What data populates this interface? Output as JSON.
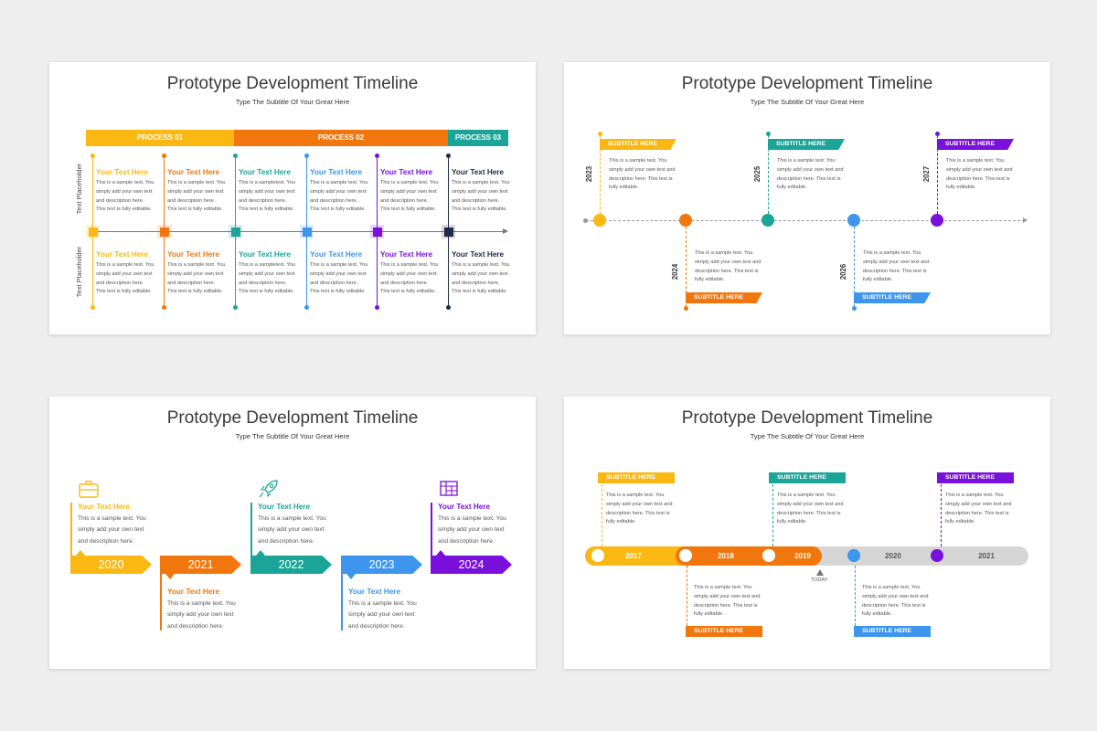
{
  "colors": {
    "yellow": "#fbb812",
    "orange": "#f2760e",
    "teal": "#1ba598",
    "blue": "#3d95ed",
    "purple": "#7a10dc",
    "navy": "#1f2a48",
    "gray": "#d6d6d6"
  },
  "slide_title": "Prototype Development Timeline",
  "slide_subtitle": "Type The Subtitle Of Your Great Here",
  "slide1": {
    "processes": [
      "PROCESS 01",
      "PROCESS 02",
      "PROCESS 03"
    ],
    "side_labels": [
      "Text Placeholder",
      "Text Placeholder"
    ],
    "column_heading": "Your Text Here",
    "column_text": "This is a sample text. You simply add your own text and description here. This text is fully editable.",
    "column_text_variant": "This is a sampletext. You simply add your own text and description here. This text is fully editable."
  },
  "slide2": {
    "years": [
      "2023",
      "2024",
      "2025",
      "2026",
      "2027"
    ],
    "subtitle": "SUBTITLE HERE",
    "text": "This is a sample text. You simply add your own text and description here. This text is fully editable."
  },
  "slide3": {
    "years": [
      "2020",
      "2021",
      "2022",
      "2023",
      "2024"
    ],
    "heading": "Your Text Here",
    "text": "This is a sample text. You simply add your own text and description here.",
    "icons": [
      "briefcase-icon",
      "rocket-icon",
      "blueprint-icon"
    ]
  },
  "slide4": {
    "years": [
      "2017",
      "2018",
      "2019",
      "2020",
      "2021"
    ],
    "today_label": "TODAY",
    "subtitle": "SUBTITLE HERE",
    "text": "This is a sample text. You simply add your own text and description here. This text is fully editable."
  }
}
